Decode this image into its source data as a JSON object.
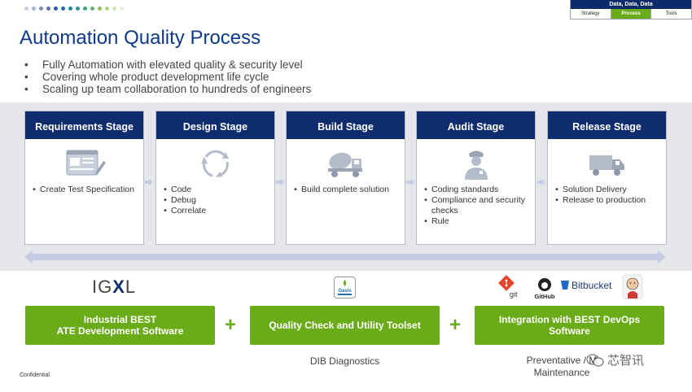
{
  "nav": {
    "title": "Data, Data, Data",
    "tabs": [
      {
        "label": "Strategy",
        "active": false
      },
      {
        "label": "Process",
        "active": true
      },
      {
        "label": "Tools",
        "active": false
      }
    ]
  },
  "title": "Automation Quality Process",
  "bullets": [
    "Fully Automation with elevated quality & security level",
    "Covering whole product development life cycle",
    "Scaling up team collaboration to hundreds of engineers"
  ],
  "stages": [
    {
      "title": "Requirements Stage",
      "icon": "specification-document-icon",
      "items": [
        "Create Test Specification"
      ]
    },
    {
      "title": "Design Stage",
      "icon": "cycle-arrows-icon",
      "items": [
        "Code",
        "Debug",
        "Correlate"
      ]
    },
    {
      "title": "Build Stage",
      "icon": "concrete-mixer-truck-icon",
      "items": [
        "Build complete solution"
      ]
    },
    {
      "title": "Audit Stage",
      "icon": "police-officer-icon",
      "items": [
        "Coding standards",
        "Compliance and security checks",
        "Rule"
      ]
    },
    {
      "title": "Release Stage",
      "icon": "delivery-truck-icon",
      "items": [
        "Solution Delivery",
        "Release to production"
      ]
    }
  ],
  "logos": {
    "igxl": {
      "left": "IG",
      "x": "X",
      "right": "L"
    },
    "oasis": "Oasis",
    "git": "git",
    "github": "GitHub",
    "bitbucket": "Bitbucket",
    "jenkins_icon": "jenkins-icon"
  },
  "tools": [
    {
      "label": "Industrial BEST\nATE Development Software"
    },
    {
      "label": "Quality Check and Utility Toolset"
    },
    {
      "label": "Integration with BEST DevOps\nSoftware"
    }
  ],
  "plus": "+",
  "subs": {
    "dib": "DIB Diagnostics",
    "maint_1": "Preventative / M",
    "maint_2": "Maintenance"
  },
  "confidential": "Confidential",
  "watermark": "芯智讯",
  "colors": {
    "navy": "#0f2d6e",
    "title_blue": "#0d3a8c",
    "green": "#6aab18",
    "band": "#e6e7ea",
    "arrow": "#c6cbe4"
  }
}
